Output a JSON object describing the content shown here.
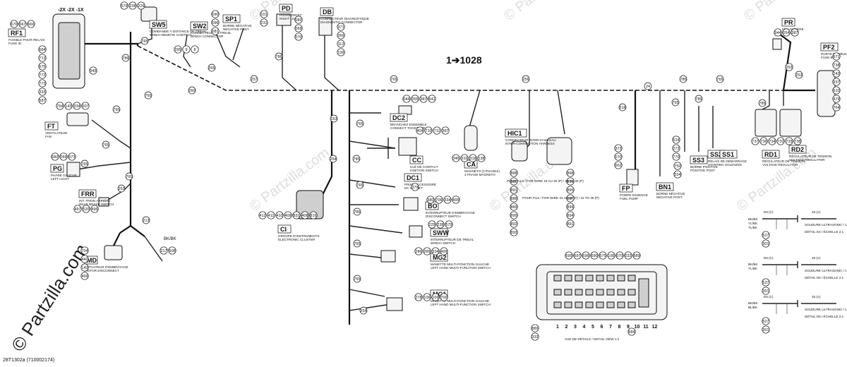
{
  "diagram_title": "1➔1028",
  "footer": "28T1302a (710002174)",
  "watermark": "© Partzilla.com",
  "connectors": [
    {
      "id": "RF1",
      "caption": "FUSIBLE POUR RELAIS / FUSE ID"
    },
    {
      "id": "SW5",
      "caption": "COMMANDE À DISTANCE DE TREUIL / WINCH REMOTE CONTROL"
    },
    {
      "id": "SW2",
      "caption": "CONNECTEUR DE TREUIL / WINCH CONNECTOR"
    },
    {
      "id": "SP1",
      "caption": "BORNE NÉGATIVE / NEGATIVE POST"
    },
    {
      "id": "PD",
      "caption": "PHARE DROIT / RIGHT LIGHT"
    },
    {
      "id": "DB",
      "caption": "CONNECTEUR DIAGNOSTIQUE / DIAGNOSTIC CONNECTOR"
    },
    {
      "id": "FT",
      "caption": "VENTILATEUR / FAN"
    },
    {
      "id": "PG",
      "caption": "PHARE GAUCHE / LEFT LIGHT"
    },
    {
      "id": "FRR",
      "caption": "INT. FREIN ARRIÈRE / REAR BRAKE SWITCH"
    },
    {
      "id": "MD",
      "caption": "ACTUATEUR D'EMBRAYAGE / MOTOR DISCONNECT"
    },
    {
      "id": "CI",
      "caption": "GROUPE D'INSTRUMENTS / ELECTRONIC CLUSTER"
    },
    {
      "id": "DC2",
      "caption": "BRANCHEZ ENSEMBLE / CONNECT TOGETHER"
    },
    {
      "id": "CC",
      "caption": "CLÉ DE CONTACT / IGNITION SWITCH"
    },
    {
      "id": "DC1",
      "caption": "PRISE ACCESSOIRE / DC OUTLET"
    },
    {
      "id": "BO",
      "caption": "INTERRUPTEUR D'EMBRAYAGE / DISCONNECT SWITCH"
    },
    {
      "id": "SWW",
      "caption": "INTERRUPTEUR DE TREUIL / WINCH SWITCH"
    },
    {
      "id": "MG2",
      "caption": "MANETTE MULTI-FONCTION GAUCHE / LEFT HAND MULTI-FUNCTION SWITCH"
    },
    {
      "id": "MG1",
      "caption": "MANETTE MULTI-FONCTION GAUCHE / LEFT HAND MULTI-FUNCTION SWITCH"
    },
    {
      "id": "CA",
      "caption": "MAGNÉTO (3 PHASES) / 3 PHASE MAGNETO"
    },
    {
      "id": "HIC1",
      "caption": "CONNECTEUR INTER-FAISCEAU / INTER-CONNECTION HARNESS"
    },
    {
      "id": "FP",
      "caption": "POMPE ESSENCE / FUEL PUMP"
    },
    {
      "id": "BN1",
      "caption": "BORNE NÉGATIVE / NEGATIVE POST"
    },
    {
      "id": "SS3",
      "caption": "BORNE POSITIVE / POSITIVE POST"
    },
    {
      "id": "SS2",
      "caption": "RELAIS DE DÉMARRAGE / STARTING SOLENOID"
    },
    {
      "id": "SS1",
      "caption": ""
    },
    {
      "id": "RD1",
      "caption": "RÉGULATEUR DE TENSION / VOLTAGE REGULATOR"
    },
    {
      "id": "RD2",
      "caption": "RÉGULATEUR DE TENSION / VOLTAGE REGULATOR"
    },
    {
      "id": "PR",
      "caption": "FEU ARRIÈRE / TAIL LIGHT"
    },
    {
      "id": "PF2",
      "caption": "PORTE FUSIBLES / FUSE BOX"
    }
  ],
  "wire_labels": [
    "765",
    "260",
    "257",
    "765",
    "256",
    "24",
    "785",
    "765",
    "786",
    "765",
    "765",
    "765",
    "765",
    "253",
    "213",
    "254",
    "253",
    "765",
    "785",
    "765",
    "785",
    "765",
    "765",
    "518",
    "765",
    "785",
    "785",
    "253",
    "265",
    "786",
    "765",
    "254"
  ],
  "callouts": {
    "rf1_top": [
      "579",
      "238",
      "229"
    ],
    "rf1_left": [
      "670",
      "667",
      "666"
    ],
    "rf1_side": [
      "684",
      "713",
      "675",
      "772",
      "773",
      "333",
      "587"
    ],
    "rf1_right": [
      "945"
    ],
    "fuse_labels": "-2X  -2X  -1X",
    "sp1": [
      "090",
      "096",
      "081"
    ],
    "pd": [
      "082",
      "069",
      "070"
    ],
    "db": [
      "371",
      "366",
      "112",
      "136"
    ],
    "sp1_num": [
      "101",
      "231"
    ],
    "sw2": [
      "295",
      "9",
      "8"
    ],
    "ft": [
      "764",
      "143",
      "334",
      "007"
    ],
    "pg": [
      "082",
      "069",
      "073"
    ],
    "frr": [
      "497",
      "520",
      "496"
    ],
    "md": [
      "704",
      "442",
      "143",
      "499"
    ],
    "md_tail": [
      "217",
      "508"
    ],
    "md_lbl": "BK/BK",
    "ci": [
      "412",
      "411",
      "410",
      "409",
      "831",
      "408",
      "816"
    ],
    "dc2": [
      "044",
      "355",
      "387",
      "641"
    ],
    "cc": [
      "404",
      "710",
      "711",
      "387"
    ],
    "dc1": [
      "379"
    ],
    "bo": [
      "380",
      "706",
      "334",
      "499"
    ],
    "sww": [
      "229",
      "238",
      "579"
    ],
    "mg2": [
      "286",
      "289",
      "334",
      "499"
    ],
    "mg1": [
      "278",
      "106",
      "109",
      "700"
    ],
    "ca": [
      "346",
      "316",
      "318",
      "138"
    ],
    "hic1_col": [
      "888",
      "886",
      "891",
      "888",
      "889",
      "890",
      "892",
      "893"
    ],
    "hic1_col2": [
      "898",
      "896",
      "895",
      "897",
      "899",
      "894",
      "891"
    ],
    "fp": [
      "373",
      "070",
      "062"
    ],
    "bn1": [
      "750",
      "524"
    ],
    "ss": [
      "524",
      "272",
      "770"
    ],
    "rd": [
      "737",
      "736",
      "734",
      "732",
      "733",
      "738"
    ],
    "pr": [
      "944",
      "054",
      "387"
    ],
    "pr_below": [
      "253"
    ],
    "pf2": [
      "671",
      "738",
      "243",
      "937",
      "610",
      "479",
      "764"
    ],
    "fuse_top": [
      "690",
      "697",
      "696",
      "690",
      "675",
      "195",
      "070",
      "022",
      "889"
    ],
    "fuse_bottom": [
      "1",
      "2",
      "3",
      "4",
      "5",
      "6",
      "7",
      "8",
      "9",
      "10",
      "11",
      "12"
    ],
    "fuse_side": [
      "889",
      "333"
    ],
    "fuse_low": [
      "684"
    ],
    "detail_c": [
      "527",
      "301"
    ],
    "detail_d": [
      "527",
      "301"
    ],
    "detail_e": [
      "527",
      "301"
    ]
  },
  "notes": [
    "POUR FILS / FOR WIRE 18 AU 40 (P) / 18 TO 40 (P)",
    "POUR FILS / FOR WIRE 31 AU 45 (P) / 31 TO 45 (P)",
    "VUE DE DÉTAILS / DETAIL VIEW 1:1",
    "DÉTAIL D4 / ÉCHELLE 2:1",
    "SOUDURE ULTRASONIC / ULTRASONIC WELD",
    "DÉTAIL D6 / ÉCHELLE 2:1",
    "SOUDURE ULTRASONIC / ULTRASONIC WELD",
    "DÉTAIL D6 / ÉCHELLE 2:1",
    "SOUDURE ULTRASONIC / ULTRASONIC WELD"
  ],
  "detail_wire_tags": {
    "d4": [
      "D6 (C)",
      "25 (A)",
      "BK/BK",
      "YL/BK",
      "TL/BK"
    ],
    "d6a": [
      "D6 (C)",
      "26 (A)",
      "BK/BK",
      "YL/BK"
    ],
    "d6b": [
      "D6 (C)",
      "26 (A)",
      "BK/BK",
      "BL/BK"
    ]
  }
}
